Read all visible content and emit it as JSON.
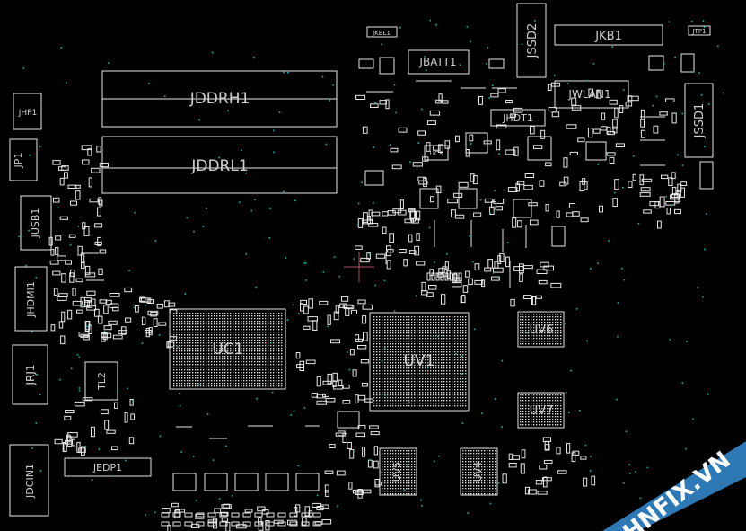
{
  "labels": {
    "JDDRH1": "JDDRH1",
    "JDDRL1": "JDDRL1",
    "JKB1": "JKB1",
    "JKBL1": "JKBL1",
    "JTP1": "JTP1",
    "JSSD2": "JSSD2",
    "JBATT1": "JBATT1",
    "JWLAN1": "JWLAN1",
    "JHDT1": "JHDT1",
    "JSSD1": "JSSD1",
    "JHP1": "JHP1",
    "JP1": "JP1",
    "JUSB1": "JUSB1",
    "JHDMI1": "JHDMI1",
    "JRJ1": "JRJ1",
    "JDCIN1": "JDCIN1",
    "JEDP1": "JEDP1",
    "UC1": "UC1",
    "UV1": "UV1",
    "UV6": "UV6",
    "UV7": "UV7",
    "UV5": "UV5",
    "UV4": "UV4",
    "UC3": "UC3",
    "TL2": "TL2"
  },
  "watermark": {
    "text": "HNFIX.VN",
    "background_color": "#2d78b5",
    "text_color": "#ffffff",
    "accent_color": "#e8332a"
  },
  "colors": {
    "background": "#000000",
    "outline": "#e6e6e6",
    "via": "#19b3a6",
    "crosshair": "#b05060"
  }
}
